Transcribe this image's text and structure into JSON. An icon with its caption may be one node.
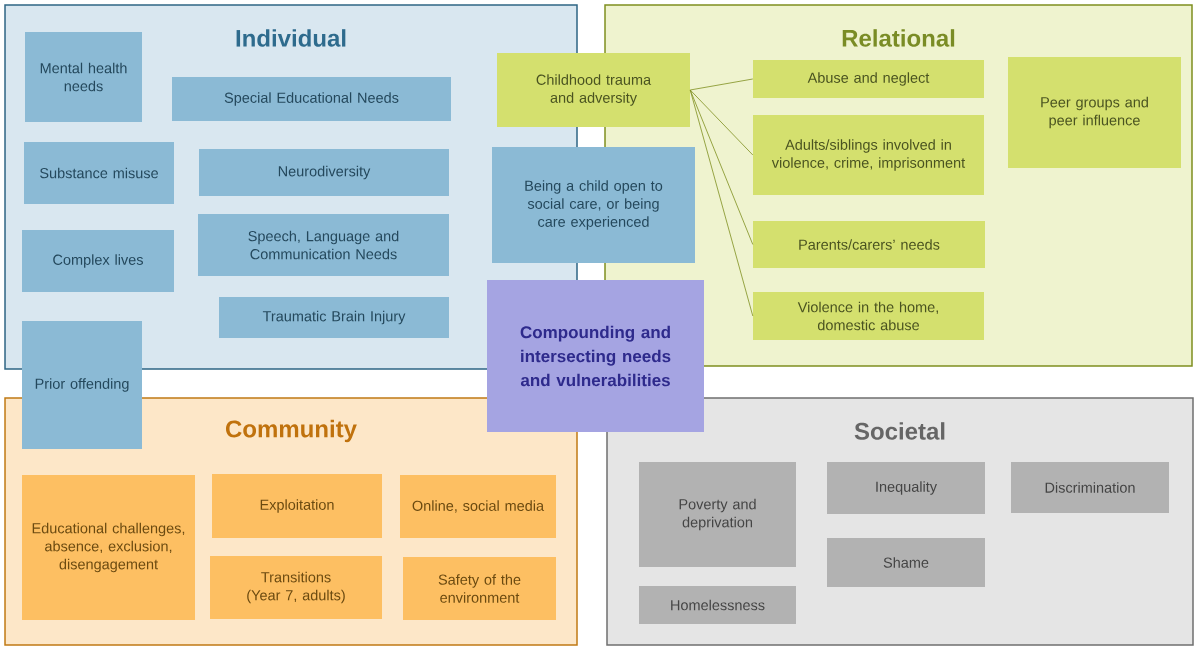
{
  "diagram": {
    "nodes": [
      {
        "text": [
          "Individual"
        ]
      },
      {
        "text": [
          "Mental health needs"
        ],
        "in": 0
      },
      {
        "text": [
          "Special Educational Needs"
        ],
        "in": 0
      },
      {
        "text": [
          "Substance misuse"
        ],
        "in": 0
      },
      {
        "text": [
          "Neurodiversity"
        ],
        "in": 0
      },
      {
        "text": [
          "Complex lives"
        ],
        "in": 0
      },
      {
        "text": [
          "Speech, Language and Communication Needs"
        ],
        "in": 0
      },
      {
        "text": [
          "Traumatic Brain Injury"
        ],
        "in": 0
      },
      {
        "text": [
          "Relational"
        ]
      },
      {
        "text": [
          "Childhood trauma and adversity"
        ]
      },
      {
        "text": [
          "Abuse and neglect"
        ],
        "in": 8
      },
      {
        "text": [
          "Adults/siblings involved in violence, crime, imprisonment"
        ],
        "in": 8
      },
      {
        "text": [
          "Peer groups and peer influence"
        ],
        "in": 8
      },
      {
        "text": [
          "Being a child open to social care, or being care experienced"
        ]
      },
      {
        "text": [
          "Parents/carers’ needs"
        ],
        "in": 8
      },
      {
        "text": [
          "Violence in the home, domestic abuse"
        ],
        "in": 8
      },
      {
        "text": [
          "Compounding and intersecting needs and vulnerabilities"
        ]
      },
      {
        "text": [
          "Community"
        ]
      },
      {
        "text": [
          "Prior offending"
        ]
      },
      {
        "text": [
          "Educational challenges, absence, exclusion, disengagement"
        ],
        "in": 17
      },
      {
        "text": [
          "Exploitation"
        ],
        "in": 17
      },
      {
        "text": [
          "Online, social media"
        ],
        "in": 17
      },
      {
        "text": [
          "Transitions (Year 7, adults)"
        ],
        "in": 17
      },
      {
        "text": [
          "Safety of the environment"
        ],
        "in": 17
      },
      {
        "text": [
          "Societal"
        ]
      },
      {
        "text": [
          "Poverty and deprivation"
        ],
        "in": 24
      },
      {
        "text": [
          "Inequality"
        ],
        "in": 24
      },
      {
        "text": [
          "Discrimination"
        ],
        "in": 24
      },
      {
        "text": [
          "Shame"
        ],
        "in": 24
      },
      {
        "text": [
          "Homelessness"
        ],
        "in": 24
      }
    ],
    "edges": [
      {
        "from": 9,
        "to": 10,
        "arrow": "none"
      },
      {
        "from": 9,
        "to": 11,
        "arrow": "none"
      },
      {
        "from": 9,
        "to": 14,
        "arrow": "none"
      },
      {
        "from": 9,
        "to": 15,
        "arrow": "none"
      }
    ]
  }
}
